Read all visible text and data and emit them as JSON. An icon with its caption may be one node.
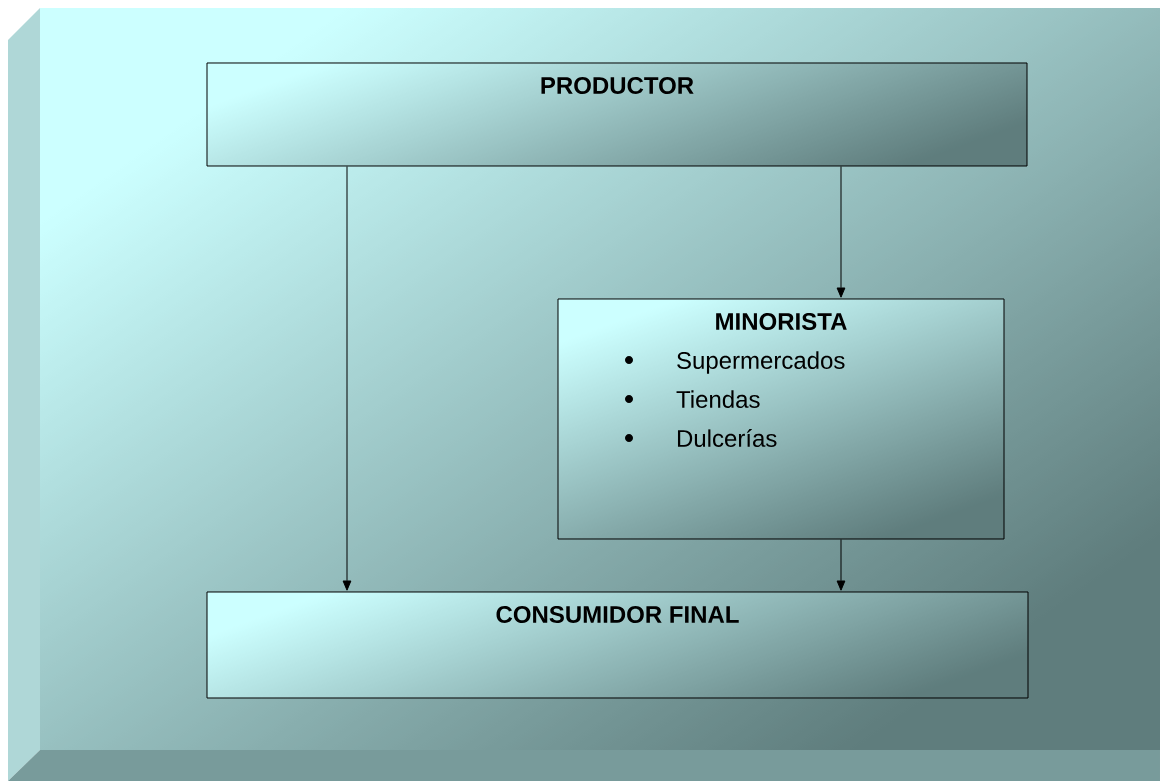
{
  "diagram": {
    "nodes": [
      {
        "text": [
          "PRODUCTOR"
        ]
      },
      {
        "text": [
          "MINORISTA",
          "Supermercados",
          "Tiendas",
          "Dulcerías"
        ]
      },
      {
        "text": [
          "CONSUMIDOR  FINAL"
        ]
      }
    ],
    "edges": [
      {
        "from": 0,
        "to": 2,
        "arrow": "to"
      },
      {
        "from": 0,
        "to": 1,
        "arrow": "to"
      },
      {
        "from": 1,
        "to": 2,
        "arrow": "to"
      }
    ]
  }
}
